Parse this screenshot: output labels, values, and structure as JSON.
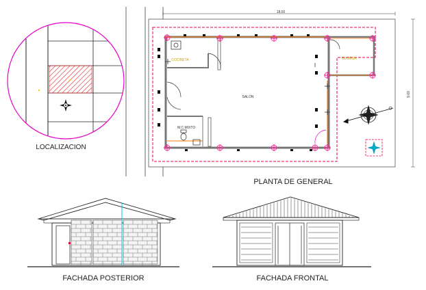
{
  "labels": {
    "localizacion": "LOCALIZACION",
    "planta": "PLANTA DE GENERAL",
    "fachada_posterior": "FACHADA POSTERIOR",
    "fachada_frontal": "FACHADA FRONTAL"
  },
  "rooms": {
    "salon": "SALON",
    "wc": "W.C.MIXTO",
    "cocineta": "COCINETA",
    "bodega": "BODEGA"
  },
  "dimensions": {
    "top": "18.00",
    "right": "9.60"
  },
  "colors": {
    "wall": "#777777",
    "wall_accent": "#ff7a00",
    "marker": "#ff2e9a",
    "boundary": "#e8003b",
    "circle": "#e600c8",
    "hatch": "#e02020",
    "column": "#1a1a1a",
    "cyan_line": "#00c8d8",
    "door_arc": "#e000c0"
  }
}
